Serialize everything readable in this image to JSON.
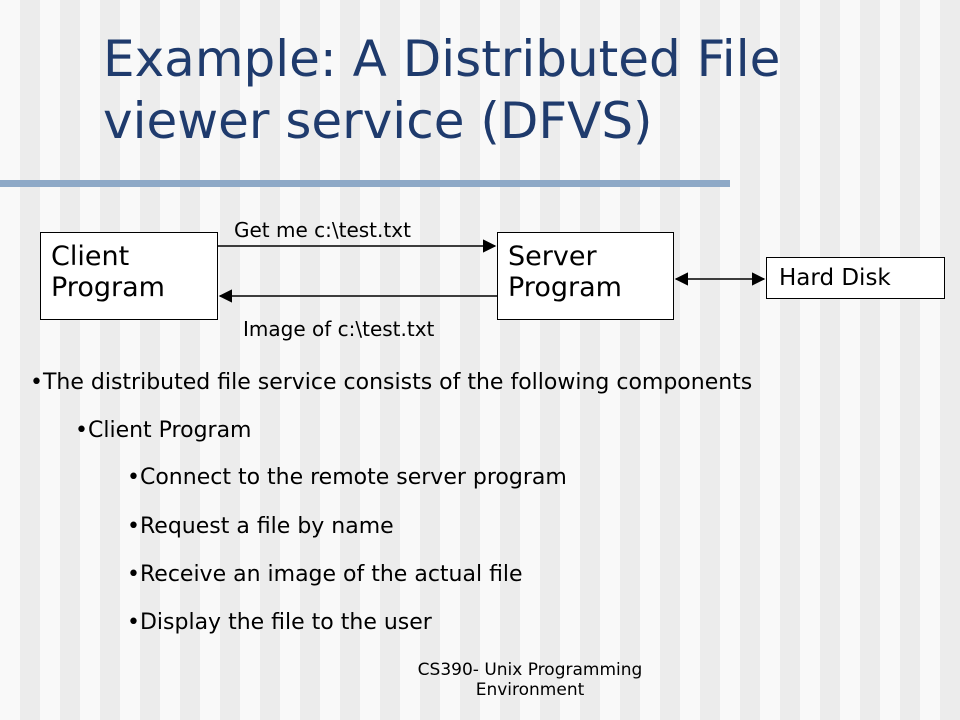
{
  "title": "Example: A Distributed File viewer service (DFVS)",
  "diagram": {
    "client": "Client\nProgram",
    "server": "Server\nProgram",
    "disk": "Hard Disk",
    "request_label": "Get me c:\\test.txt",
    "response_label": "Image of c:\\test.txt"
  },
  "bullets": [
    "The distributed file service consists of the following components",
    "Client Program",
    "Connect to the remote server program",
    "Request a file by name",
    "Receive an image of the actual file",
    "Display the file to the user"
  ],
  "footer": "CS390- Unix Programming\nEnvironment"
}
